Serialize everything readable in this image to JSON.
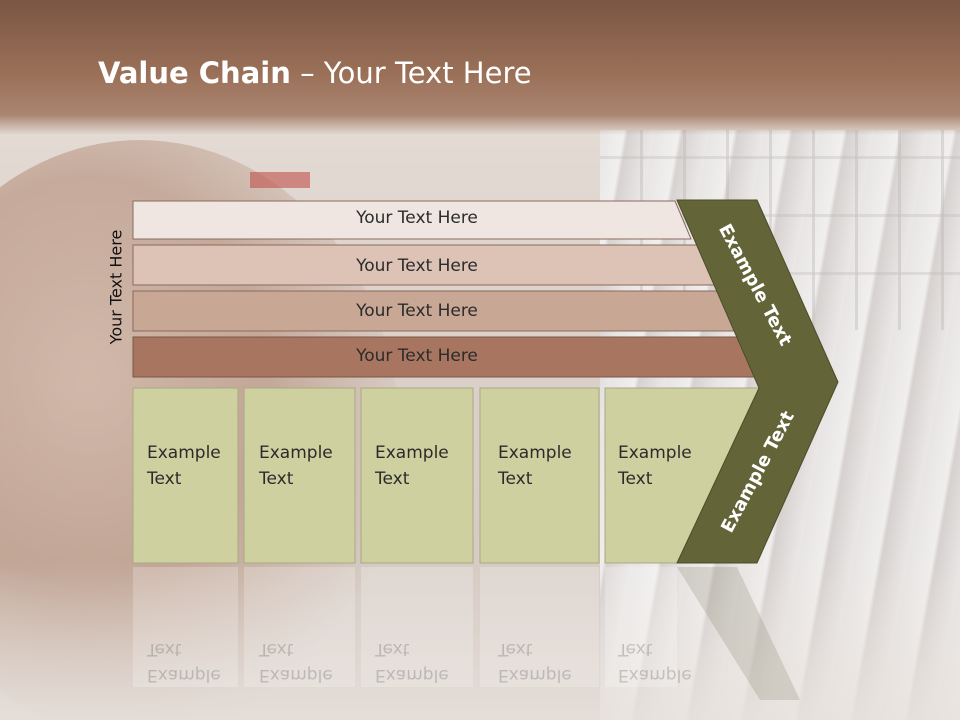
{
  "title": {
    "bold": "Value Chain",
    "rest": " – Your Text Here"
  },
  "side_label": "Your Text Here",
  "bands": [
    {
      "label": "Your Text Here",
      "color": "#efe6e2"
    },
    {
      "label": "Your Text Here",
      "color": "#ddc2b6"
    },
    {
      "label": "Your Text Here",
      "color": "#c8a795"
    },
    {
      "label": "Your Text Here",
      "color": "#a87660"
    }
  ],
  "boxes": [
    {
      "label": "Example Text"
    },
    {
      "label": "Example Text"
    },
    {
      "label": "Example Text"
    },
    {
      "label": "Example Text"
    },
    {
      "label": "Example Text"
    }
  ],
  "chevron": {
    "upper_label": "Example Text",
    "lower_label": "Example Text",
    "color": "#636538"
  },
  "colors": {
    "box_fill": "#cfd0a0",
    "box_border": "#a9a985"
  }
}
